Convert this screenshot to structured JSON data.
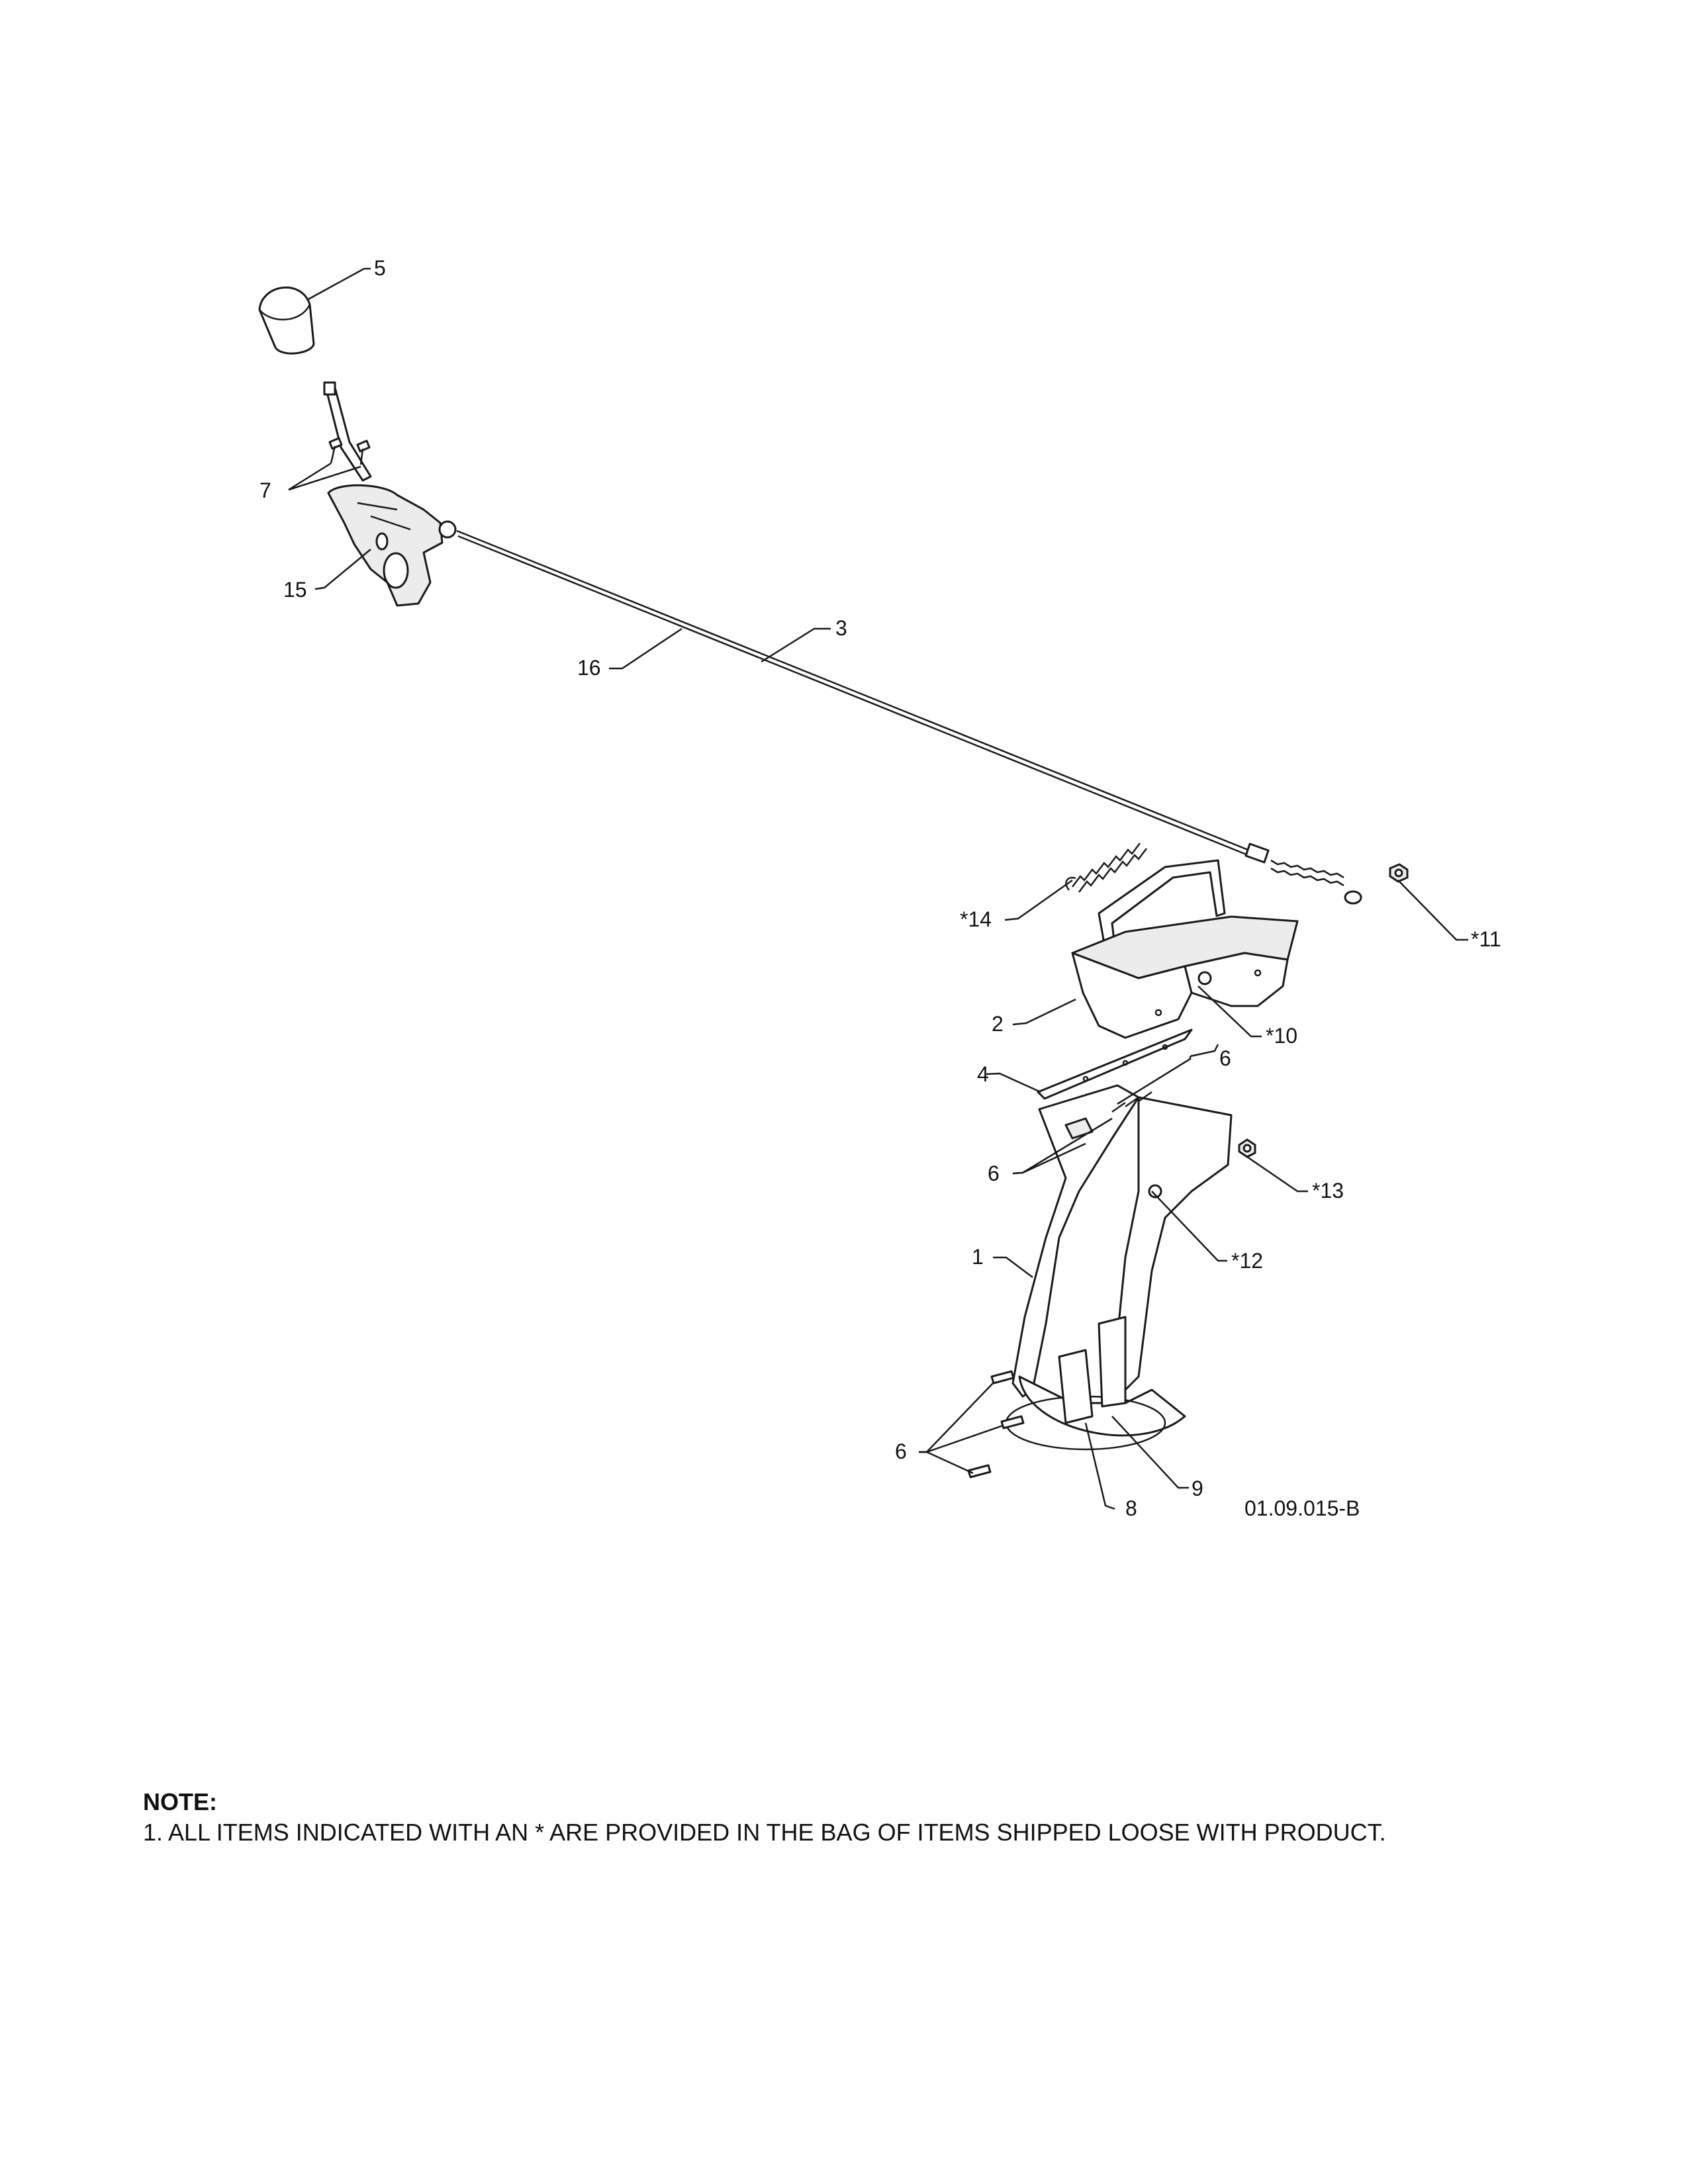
{
  "callouts": {
    "c1": "1",
    "c2": "2",
    "c3": "3",
    "c4": "4",
    "c5": "5",
    "c6a": "6",
    "c6b": "6",
    "c6c": "6",
    "c7": "7",
    "c8": "8",
    "c9": "9",
    "c10": "*10",
    "c11": "*11",
    "c12": "*12",
    "c13": "*13",
    "c14": "*14",
    "c15": "15",
    "c16": "16"
  },
  "figure_id": "01.09.015-B",
  "note": {
    "heading": "NOTE:",
    "line1": "1. ALL ITEMS INDICATED WITH AN * ARE PROVIDED IN THE BAG OF ITEMS SHIPPED LOOSE WITH PRODUCT."
  }
}
